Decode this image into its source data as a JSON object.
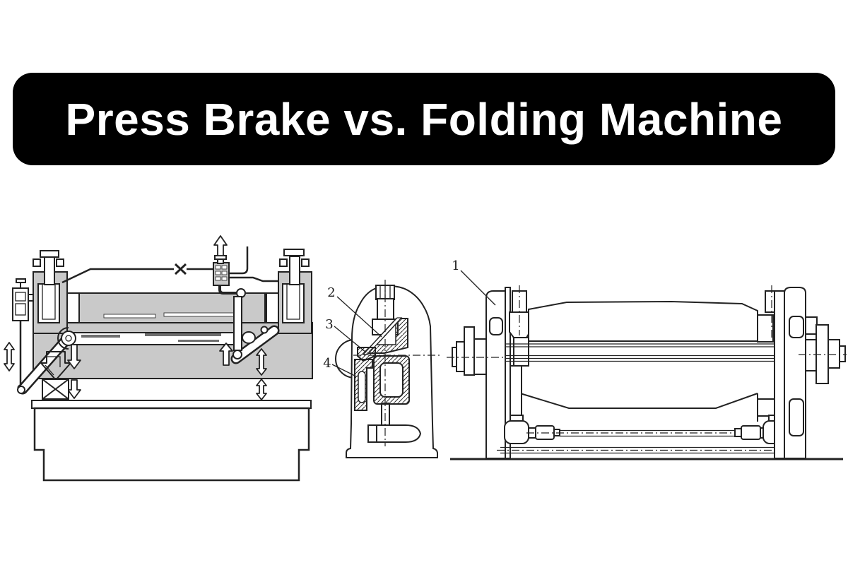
{
  "banner": {
    "title": "Press Brake vs. Folding Machine",
    "bg_color": "#000000",
    "text_color": "#ffffff"
  },
  "diagram_labels": {
    "part1": "1",
    "part2": "2",
    "part3": "3",
    "part4": "4"
  },
  "colors": {
    "line": "#222222",
    "shade_gray": "#c9c9c9",
    "background": "#ffffff"
  }
}
